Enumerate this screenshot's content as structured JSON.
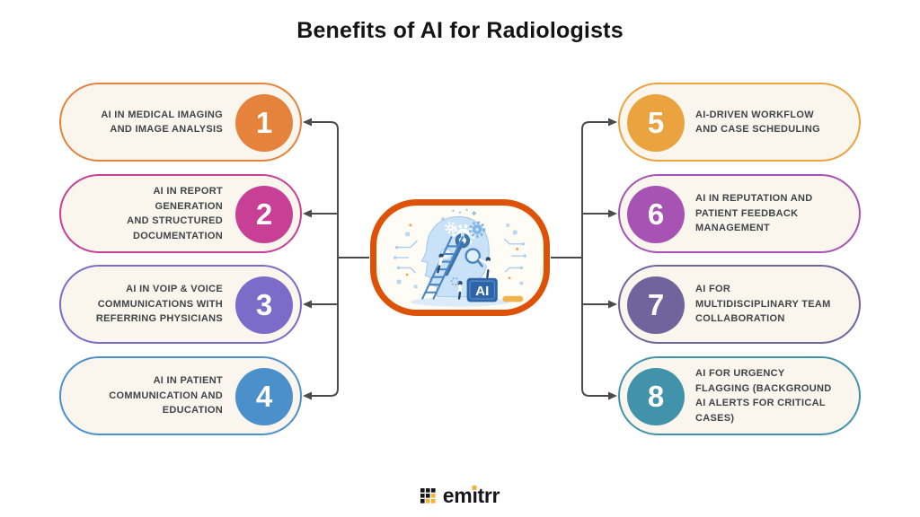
{
  "title": "Benefits of AI for Radiologists",
  "left_items": [
    {
      "number": "1",
      "label": "AI IN MEDICAL IMAGING\nAND IMAGE ANALYSIS",
      "color": "#E5823C"
    },
    {
      "number": "2",
      "label": "AI IN REPORT GENERATION\nAND STRUCTURED\nDOCUMENTATION",
      "color": "#C74095"
    },
    {
      "number": "3",
      "label": "AI IN VOIP & VOICE\nCOMMUNICATIONS WITH\nREFERRING PHYSICIANS",
      "color": "#7B6CC9"
    },
    {
      "number": "4",
      "label": "AI IN PATIENT\nCOMMUNICATION AND\nEDUCATION",
      "color": "#4B90CB"
    }
  ],
  "right_items": [
    {
      "number": "5",
      "label": "AI-DRIVEN WORKFLOW\nAND CASE SCHEDULING",
      "color": "#EAA33E"
    },
    {
      "number": "6",
      "label": "AI IN REPUTATION AND\nPATIENT FEEDBACK\nMANAGEMENT",
      "color": "#A653B3"
    },
    {
      "number": "7",
      "label": "AI FOR\nMULTIDISCIPLINARY TEAM\nCOLLABORATION",
      "color": "#6F659C"
    },
    {
      "number": "8",
      "label": "AI FOR URGENCY\nFLAGGING (BACKGROUND\nAI ALERTS FOR CRITICAL\nCASES)",
      "color": "#4093AB"
    }
  ],
  "center": {
    "ai_cube_label": "AI",
    "border_color": "#DD5206"
  },
  "connector_color": "#4A4A4A",
  "logo": {
    "word_pre": "em",
    "word_i": "ı",
    "word_post": "trr",
    "accent": "#F2B233",
    "dark": "#17171B"
  }
}
